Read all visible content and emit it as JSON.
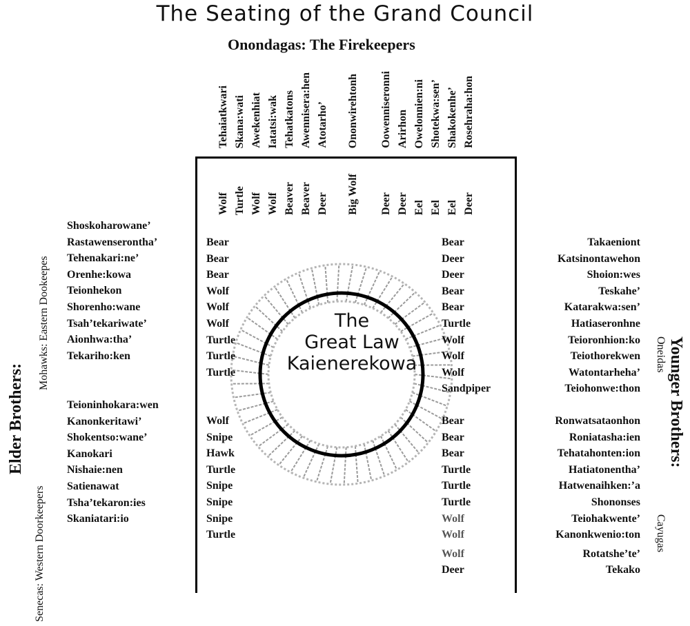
{
  "title": "The Seating of the Grand Council",
  "subtitle": "Onondagas:  The Firekeepers",
  "onondaga": {
    "names": [
      "Tehaiatkwari",
      "Skana:wati",
      "Awekenhiat",
      "Iatatsi:wak",
      "Tehatkatons",
      "Awennisera:hen",
      "Atotarho’",
      "Ononwirehtonh",
      "Oowenniseronni",
      "Arirhon",
      "Owelonnien:ni",
      "Shotekwa:sen’",
      "Shakokenhe’",
      "Rosehraha:hon"
    ],
    "clans": [
      "Wolf",
      "Turtle",
      "Wolf",
      "Wolf",
      "Beaver",
      "Beaver",
      "Deer",
      "Big Wolf",
      "Deer",
      "Deer",
      "Eel",
      "Eel",
      "Eel",
      "Deer"
    ]
  },
  "center": {
    "line1": "The",
    "line2": "Great Law",
    "line3": "Kaienerekowa"
  },
  "elder_brothers": {
    "label": "Elder Brothers:",
    "mohawks": {
      "label": "Mohawks:  Eastern Dookeepes",
      "names": [
        "Shoskoharowane’",
        "Rastawenserontha’",
        "Tehenakari:ne’",
        "Orenhe:kowa",
        "Teionhekon",
        "Shorenho:wane",
        "Tsah’tekariwate’",
        "Aionhwa:tha’",
        "Tekariho:ken"
      ],
      "clans": [
        "Bear",
        "Bear",
        "Bear",
        "Wolf",
        "Wolf",
        "Wolf",
        "Turtle",
        "Turtle",
        "Turtle"
      ]
    },
    "senecas": {
      "label": "Senecas:  Western Doorkeepers",
      "names": [
        "Teioninhokara:wen",
        "Kanonkeritawi’",
        "Shokentso:wane’",
        "Kanokari",
        "Nishaie:nen",
        "Satienawat",
        "Tsha’tekaron:ies",
        "Skaniatari:io"
      ],
      "clans": [
        "Wolf",
        "Snipe",
        "Hawk",
        "Turtle",
        "Snipe",
        "Snipe",
        "Snipe",
        "Turtle"
      ]
    }
  },
  "younger_brothers": {
    "label": "Younger Brothers:",
    "oneidas": {
      "label": "Oneidas",
      "names": [
        "Takaeniont",
        "Katsinontawehon",
        "Shoion:wes",
        "Teskahe’",
        "Katarakwa:sen’",
        "Hatiaseronhne",
        "Teioronhion:ko",
        "Teiothorekwen",
        "Watontarheha’",
        "Teiohonwe:thon"
      ],
      "clans": [
        "Bear",
        "Deer",
        "Deer",
        "Bear",
        "Bear",
        "Turtle",
        "Wolf",
        "Wolf",
        "Wolf",
        "Sandpiper"
      ]
    },
    "cayugas": {
      "label": "Cayugas",
      "names": [
        "Ronwatsataonhon",
        "Roniatasha:ien",
        "Tehatahonten:ion",
        "Hatiatonentha’",
        "Hatwenaihken:’a",
        "Shononses",
        "Teiohakwente’",
        "Kanonkwenio:ton",
        "Rotatshe’te’",
        "Tekako"
      ],
      "clans": [
        "Bear",
        "Bear",
        "Bear",
        "Turtle",
        "Turtle",
        "Turtle",
        "Wolf",
        "Wolf",
        "Wolf",
        "Deer"
      ]
    }
  }
}
